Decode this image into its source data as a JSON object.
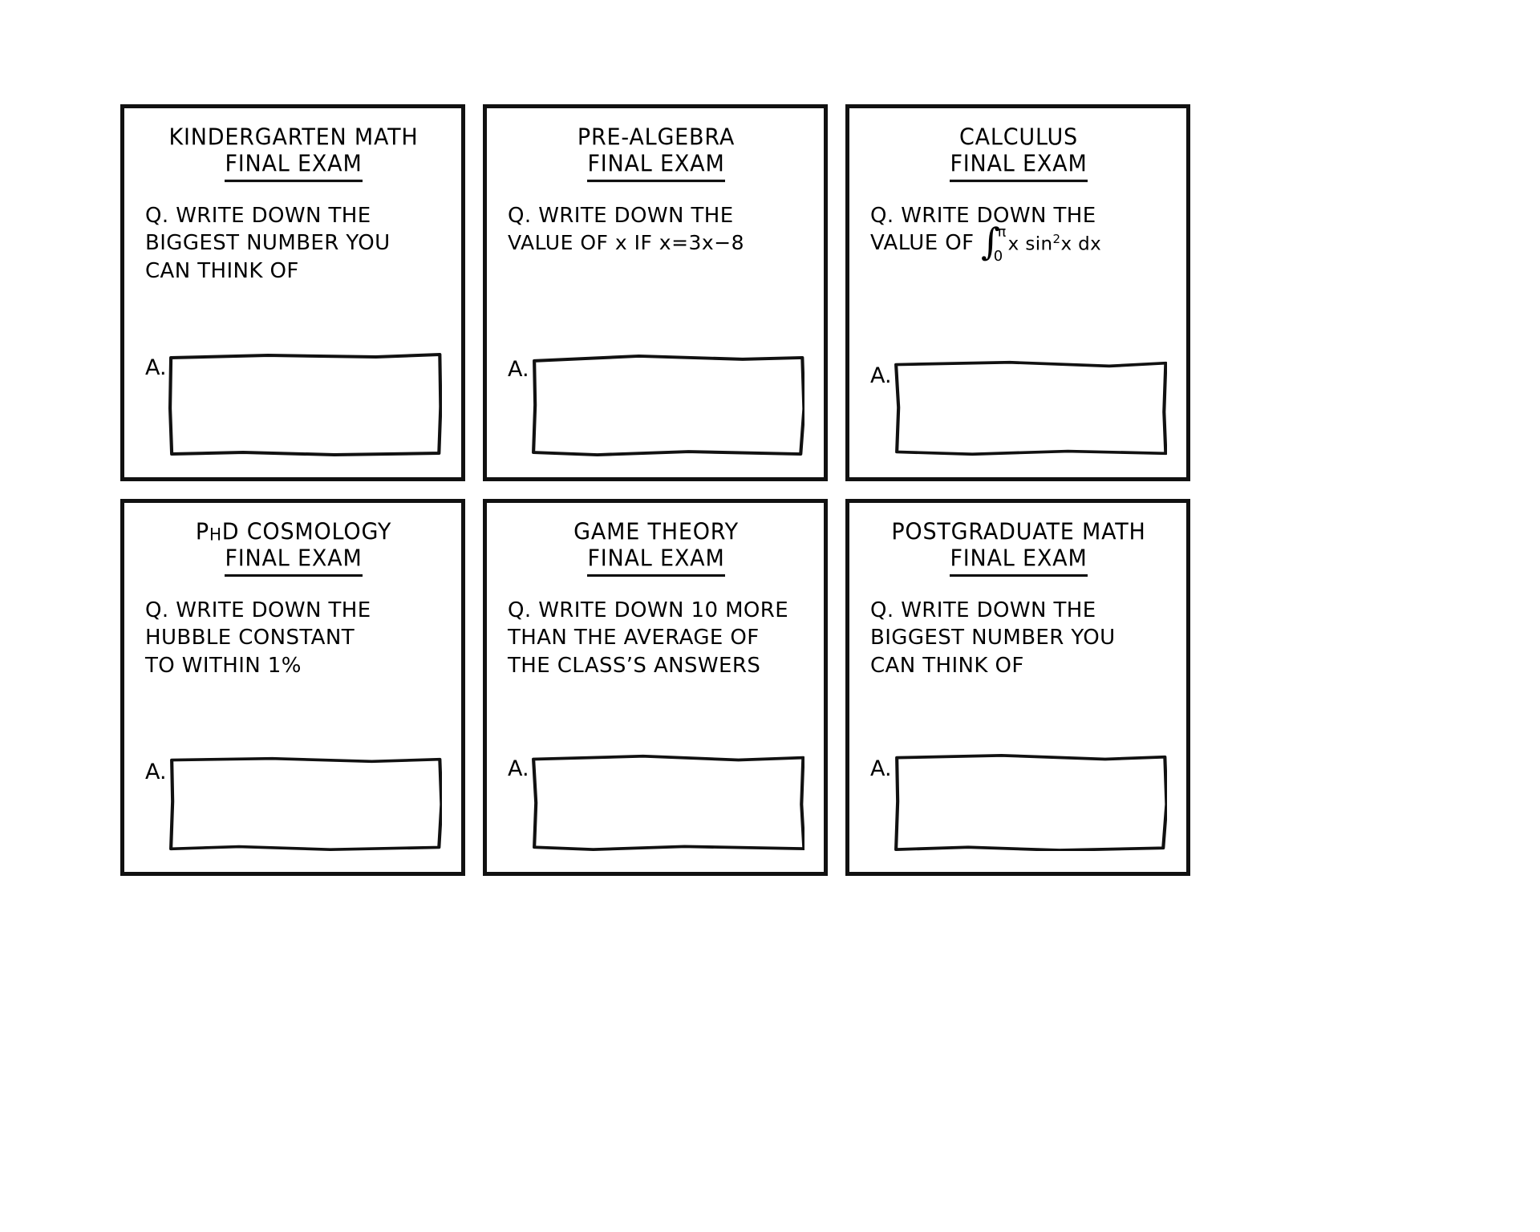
{
  "comic": {
    "title": "Exam Numbers",
    "answer_label": "A.",
    "question_prefix": "Q.",
    "ink_color": "#111111",
    "background_color": "#ffffff",
    "panel_count": 6
  },
  "panels": [
    {
      "id": "kindergarten",
      "title_line_1": "KINDERGARTEN MATH",
      "title_line_2": "FINAL EXAM",
      "question_lines": [
        "Q. WRITE DOWN THE",
        "BIGGEST NUMBER YOU",
        "CAN THINK OF"
      ],
      "answer_label": "A.",
      "answer_value": ""
    },
    {
      "id": "pre-algebra",
      "title_line_1": "PRE-ALGEBRA",
      "title_line_2": "FINAL EXAM",
      "question_lines": [
        "Q. WRITE DOWN THE",
        "VALUE OF x IF x=3x−8"
      ],
      "equation": "x=3x−8",
      "answer_label": "A.",
      "answer_value": ""
    },
    {
      "id": "calculus",
      "title_line_1": "CALCULUS",
      "title_line_2": "FINAL EXAM",
      "question_lines": [
        "Q. WRITE DOWN THE",
        "VALUE OF"
      ],
      "integral": {
        "symbol": "∫",
        "lower_limit": "0",
        "upper_limit": "π",
        "integrand_pre": "x sin",
        "integrand_sup": "2",
        "integrand_post": "x dx"
      },
      "answer_label": "A.",
      "answer_value": ""
    },
    {
      "id": "cosmology",
      "title_lead": "P",
      "title_small": "H",
      "title_rest": "D COSMOLOGY",
      "title_line_1": "PhD COSMOLOGY",
      "title_line_2": "FINAL EXAM",
      "question_lines": [
        "Q. WRITE DOWN THE",
        "HUBBLE CONSTANT",
        "TO WITHIN 1%"
      ],
      "answer_label": "A.",
      "answer_value": ""
    },
    {
      "id": "game-theory",
      "title_line_1": "GAME THEORY",
      "title_line_2": "FINAL EXAM",
      "question_lines": [
        "Q. WRITE DOWN 10 MORE",
        "THAN THE AVERAGE OF",
        "THE CLASS’S ANSWERS"
      ],
      "answer_label": "A.",
      "answer_value": ""
    },
    {
      "id": "postgraduate",
      "title_line_1": "POSTGRADUATE MATH",
      "title_line_2": "FINAL EXAM",
      "question_lines": [
        "Q. WRITE DOWN THE",
        "BIGGEST NUMBER YOU",
        "CAN THINK OF"
      ],
      "answer_label": "A.",
      "answer_value": ""
    }
  ]
}
